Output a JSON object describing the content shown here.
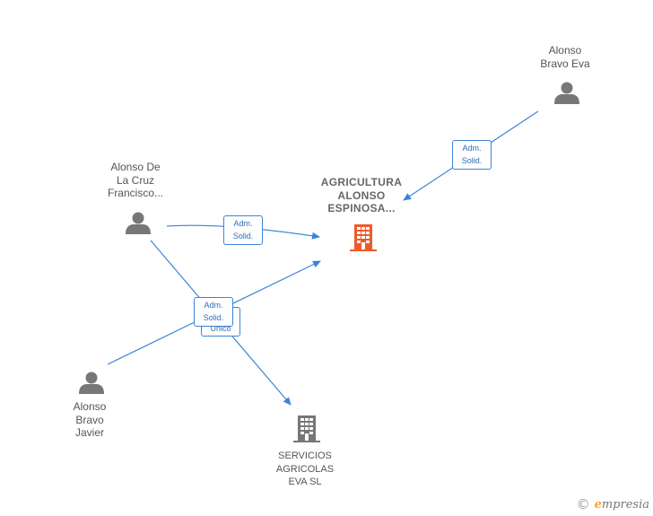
{
  "nodes": {
    "main_company": {
      "lines": [
        "AGRICULTURA",
        "ALONSO",
        "ESPINOSA..."
      ]
    },
    "second_company": {
      "lines": [
        "SERVICIOS",
        "AGRICOLAS",
        "EVA  SL"
      ]
    },
    "person_eva": {
      "lines": [
        "Alonso",
        "Bravo Eva"
      ]
    },
    "person_francisco": {
      "lines": [
        "Alonso De",
        "La Cruz",
        "Francisco..."
      ]
    },
    "person_javier": {
      "lines": [
        "Alonso",
        "Bravo",
        "Javier"
      ]
    }
  },
  "edges": [
    {
      "from": "person_eva",
      "to": "main_company",
      "label": [
        "Adm.",
        "Solid."
      ]
    },
    {
      "from": "person_francisco",
      "to": "main_company",
      "label": [
        "Adm.",
        "Solid."
      ]
    },
    {
      "from": "person_javier",
      "to": "main_company",
      "label": [
        "Adm.",
        "Solid."
      ]
    },
    {
      "from": "person_francisco",
      "to": "second_company",
      "label": [
        "Unico"
      ]
    }
  ],
  "colors": {
    "main_company": "#f05a28",
    "company": "#777777",
    "person": "#777777",
    "edge": "#3b84d6"
  },
  "footer": {
    "copyright_symbol": "©",
    "brand_e": "e",
    "brand_rest": "mpresia"
  }
}
